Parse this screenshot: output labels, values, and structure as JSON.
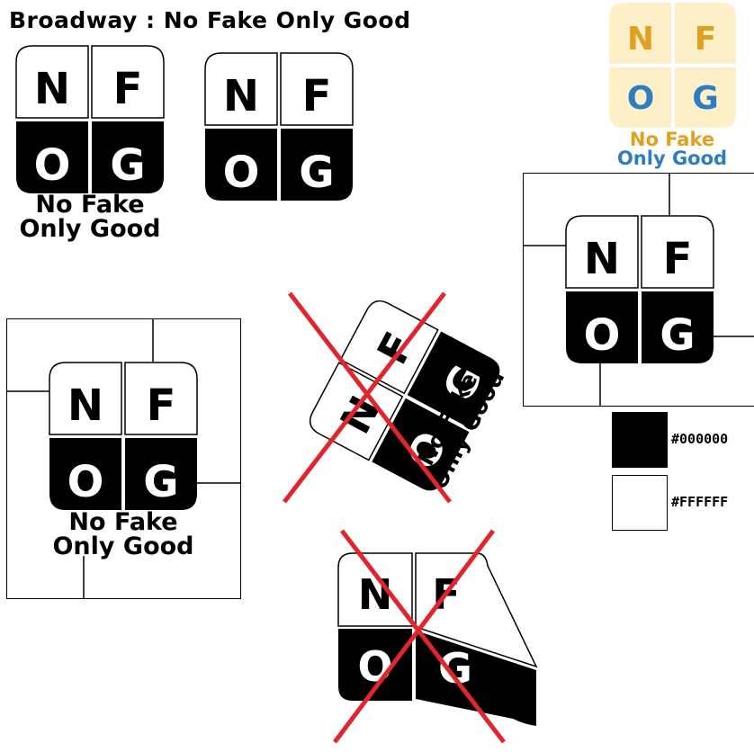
{
  "title": "Broadway : No Fake Only Good",
  "logo": {
    "letters": [
      "N",
      "F",
      "O",
      "G"
    ],
    "wordmark_line1": "No Fake",
    "wordmark_line2": "Only Good"
  },
  "swatches": [
    {
      "label": "#000000",
      "color": "#000000"
    },
    {
      "label": "#FFFFFF",
      "color": "#FFFFFF"
    }
  ],
  "colors": {
    "dark": "#000000",
    "light": "#FFFFFF",
    "alt_bg": "#FDF0C8",
    "alt_orange": "#E0A020",
    "alt_blue": "#2E7DC0",
    "cross": "#E0262C"
  }
}
